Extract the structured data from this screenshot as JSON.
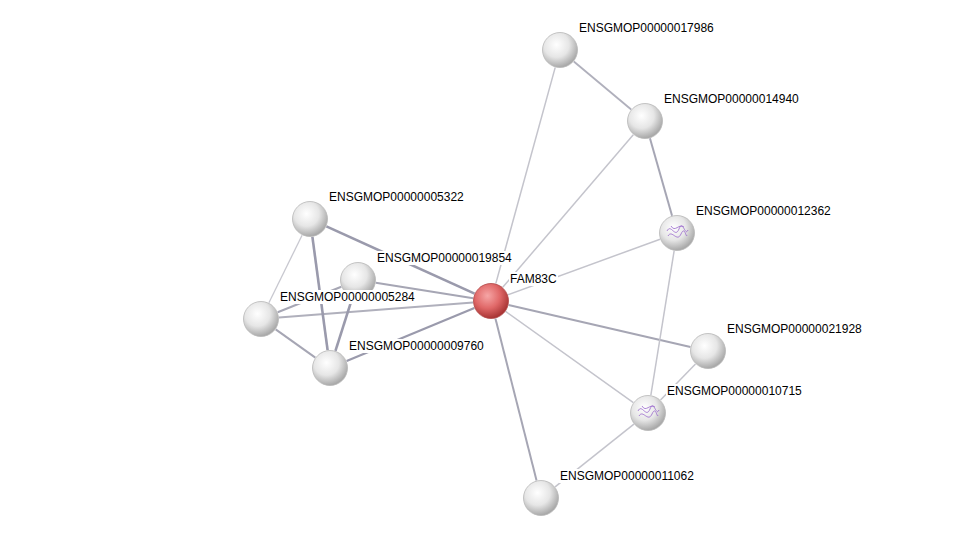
{
  "diagram": {
    "nodes": [
      {
        "text": [
          "ENSGMOP00000017986"
        ]
      },
      {
        "text": [
          "ENSGMOP00000014940"
        ]
      },
      {
        "text": [
          "ENSGMOP00000012362"
        ]
      },
      {
        "text": [
          "ENSGMOP00000005322"
        ]
      },
      {
        "text": [
          "ENSGMOP00000019854"
        ]
      },
      {
        "text": [
          "FAM83C"
        ]
      },
      {
        "text": [
          "ENSGMOP00000005284"
        ]
      },
      {
        "text": [
          "ENSGMOP00000021928"
        ]
      },
      {
        "text": [
          "ENSGMOP00000009760"
        ]
      },
      {
        "text": [
          "ENSGMOP00000010715"
        ]
      },
      {
        "text": [
          "ENSGMOP00000011062"
        ]
      }
    ],
    "edges": [
      {
        "from": 5,
        "to": 0,
        "arrow": "none"
      },
      {
        "from": 5,
        "to": 1,
        "arrow": "none"
      },
      {
        "from": 5,
        "to": 2,
        "arrow": "none"
      },
      {
        "from": 5,
        "to": 7,
        "arrow": "none"
      },
      {
        "from": 5,
        "to": 9,
        "arrow": "none"
      },
      {
        "from": 5,
        "to": 10,
        "arrow": "none"
      },
      {
        "from": 5,
        "to": 3,
        "arrow": "none"
      },
      {
        "from": 5,
        "to": 4,
        "arrow": "none"
      },
      {
        "from": 5,
        "to": 6,
        "arrow": "none"
      },
      {
        "from": 5,
        "to": 8,
        "arrow": "none"
      },
      {
        "from": 0,
        "to": 1,
        "arrow": "none"
      },
      {
        "from": 1,
        "to": 2,
        "arrow": "none"
      },
      {
        "from": 2,
        "to": 9,
        "arrow": "none"
      },
      {
        "from": 9,
        "to": 7,
        "arrow": "none"
      },
      {
        "from": 9,
        "to": 10,
        "arrow": "none"
      },
      {
        "from": 3,
        "to": 6,
        "arrow": "none"
      },
      {
        "from": 3,
        "to": 8,
        "arrow": "none"
      },
      {
        "from": 4,
        "to": 6,
        "arrow": "none"
      },
      {
        "from": 4,
        "to": 8,
        "arrow": "none"
      },
      {
        "from": 6,
        "to": 8,
        "arrow": "none"
      }
    ]
  }
}
